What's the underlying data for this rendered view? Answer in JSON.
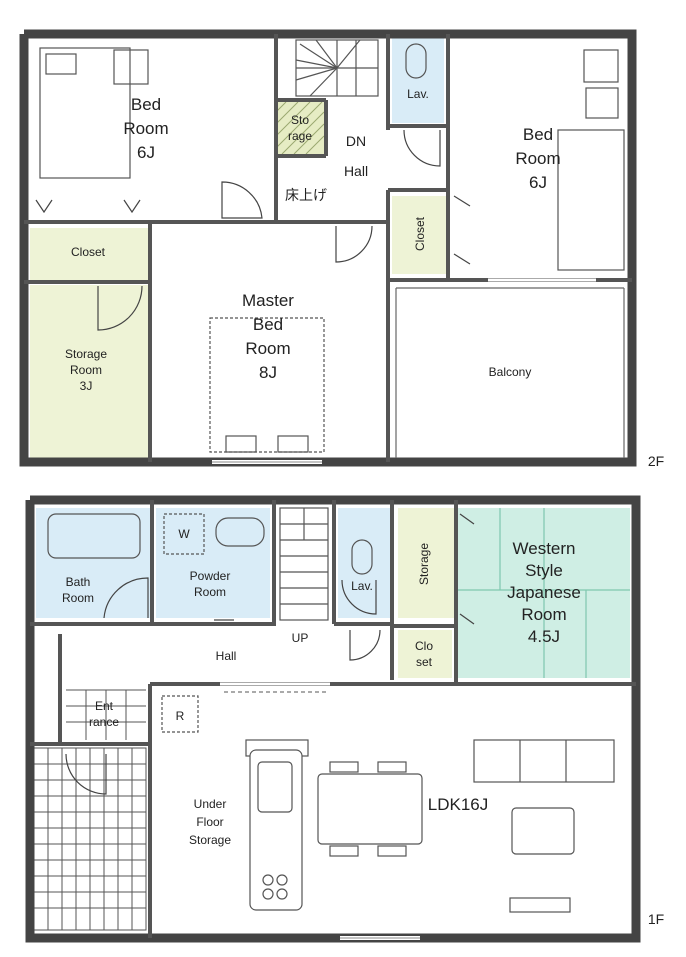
{
  "colors": {
    "wall": "#444444",
    "wet": "#d9ecf7",
    "storage": "#eef3d6",
    "japanese": "#cfeee4",
    "floor": "#ffffff"
  },
  "floor2": {
    "label": "2F",
    "rooms": {
      "bed1_line1": "Bed",
      "bed1_line2": "Room",
      "bed1_line3": "6J",
      "storage_small_line1": "Sto",
      "storage_small_line2": "rage",
      "lav": "Lav.",
      "dn": "DN",
      "hall": "Hall",
      "raised_floor": "床上げ",
      "bed2_line1": "Bed",
      "bed2_line2": "Room",
      "bed2_line3": "6J",
      "closet_left": "Closet",
      "closet_right": "Closet",
      "storage_room_line1": "Storage",
      "storage_room_line2": "Room",
      "storage_room_line3": "3J",
      "master_line1": "Master",
      "master_line2": "Bed",
      "master_line3": "Room",
      "master_line4": "8J",
      "balcony": "Balcony"
    }
  },
  "floor1": {
    "label": "1F",
    "rooms": {
      "bath_line1": "Bath",
      "bath_line2": "Room",
      "washer": "W",
      "powder_line1": "Powder",
      "powder_line2": "Room",
      "lav": "Lav.",
      "storage": "Storage",
      "western_line1": "Western",
      "western_line2": "Style",
      "western_line3": "Japanese",
      "western_line4": "Room",
      "western_line5": "4.5J",
      "hall": "Hall",
      "up": "UP",
      "closet_line1": "Clo",
      "closet_line2": "set",
      "entrance_line1": "Ent",
      "entrance_line2": "rance",
      "fridge": "R",
      "under_line1": "Under",
      "under_line2": "Floor",
      "under_line3": "Storage",
      "ldk": "LDK16J"
    }
  }
}
